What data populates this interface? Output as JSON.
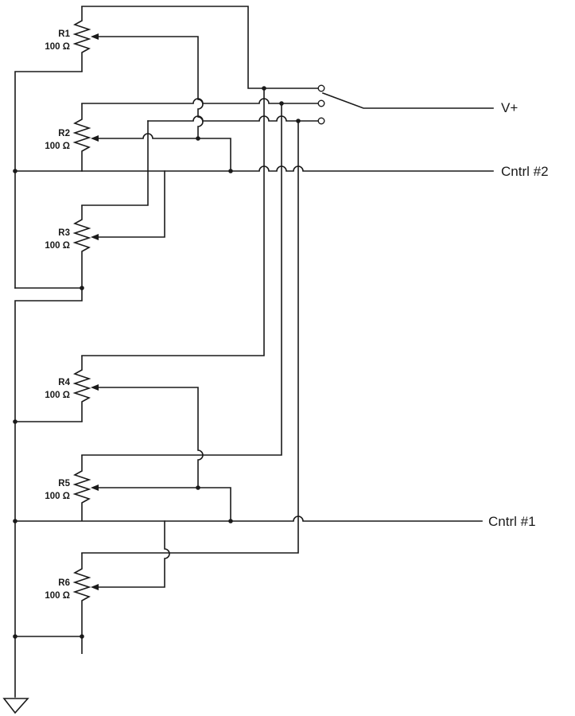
{
  "signals": {
    "vplus": "V+",
    "cntrl2": "Cntrl #2",
    "cntrl1": "Cntrl #1"
  },
  "resistors": [
    {
      "id": "R1",
      "value": "100 Ω"
    },
    {
      "id": "R2",
      "value": "100 Ω"
    },
    {
      "id": "R3",
      "value": "100 Ω"
    },
    {
      "id": "R4",
      "value": "100 Ω"
    },
    {
      "id": "R5",
      "value": "100 Ω"
    },
    {
      "id": "R6",
      "value": "100 Ω"
    }
  ]
}
